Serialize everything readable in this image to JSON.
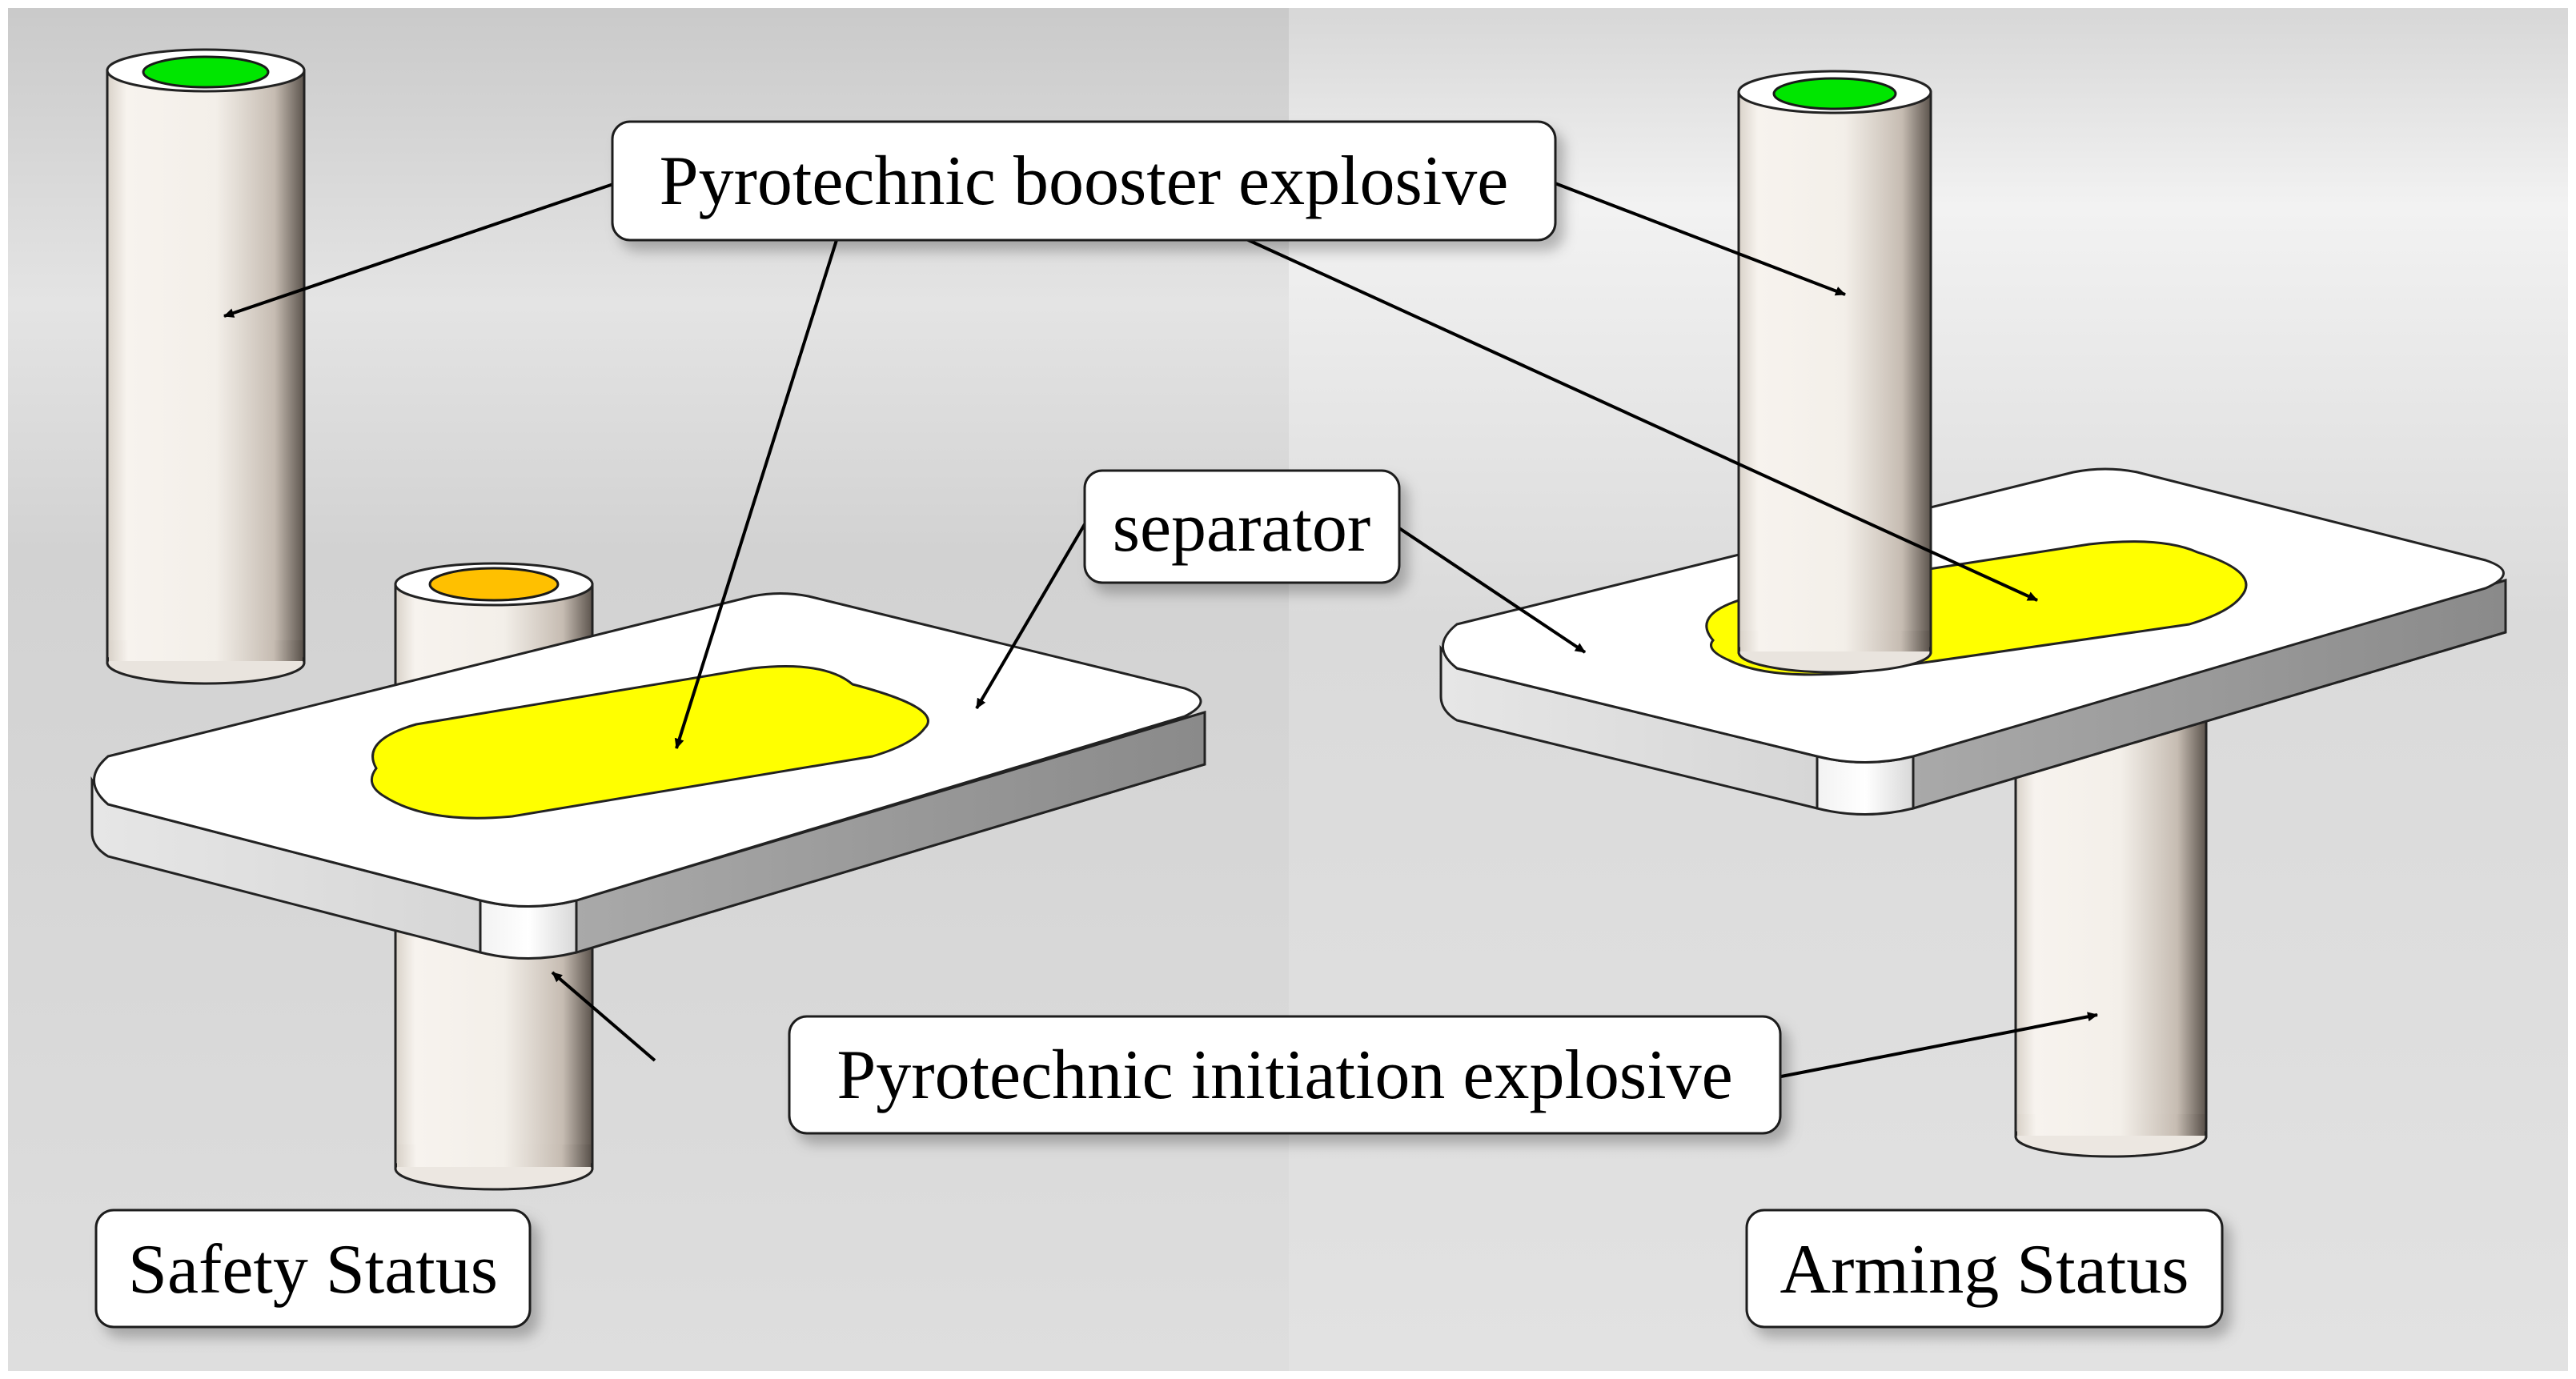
{
  "labels": {
    "booster": "Pyrotechnic booster explosive",
    "separator": "separator",
    "initiation": "Pyrotechnic initiation explosive",
    "safety": "Safety Status",
    "arming": "Arming Status"
  },
  "colors": {
    "booster_cap": "#00e600",
    "initiation_cap": "#ffc000",
    "separator_slot": "#ffff00",
    "cylinder_body": "#f3efe9",
    "plate_top": "#ffffff",
    "plate_edge": "#c9c9c9",
    "background": "#dcdcdc"
  }
}
